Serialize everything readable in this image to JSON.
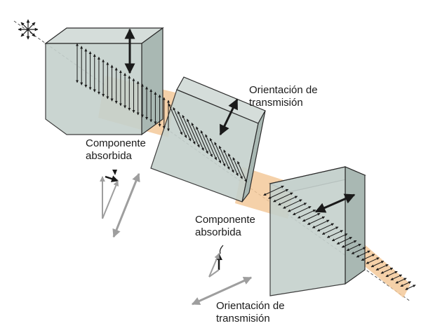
{
  "labels": {
    "orientation_top_line1": "Orientación de",
    "orientation_top_line2": "transmisión",
    "absorbed_left_line1": "Componente",
    "absorbed_left_line2": "absorbida",
    "absorbed_right_line1": "Componente",
    "absorbed_right_line2": "absorbida",
    "orientation_bottom_line1": "Orientación de",
    "orientation_bottom_line2": "transmisión"
  },
  "colors": {
    "filter_fill": "#c5d1cd",
    "filter_side": "#a9b8b3",
    "filter_edge": "#2a2a2a",
    "beam": "#f3c99a",
    "field_arrow": "#1a1a1a",
    "transmission_arrow_light": "#9e9e9e"
  },
  "icons": {
    "source": "unpolarized-light-star-icon"
  }
}
